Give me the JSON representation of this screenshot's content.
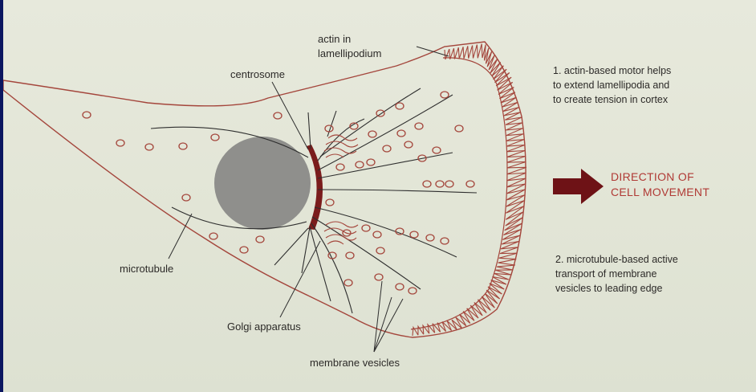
{
  "colors": {
    "background": "#0b1660",
    "panel": "#e4e6d8",
    "membrane": "#a4463c",
    "centrosome": "#7a1c1c",
    "nucleus": "#8f8f8c",
    "microtubule": "#2e2e2e",
    "arrow": "#6e1216",
    "direction_text": "#b03a35"
  },
  "labels": {
    "actin_line1": "actin in",
    "actin_line2": "lamellipodium",
    "centrosome": "centrosome",
    "microtubule": "microtubule",
    "golgi": "Golgi apparatus",
    "vesicles": "membrane vesicles"
  },
  "notes": {
    "actin_note": [
      "1.  actin-based motor helps",
      "to extend lamellipodia and",
      "to create tension in cortex"
    ],
    "microtubule_note": [
      "2.  microtubule-based active",
      "transport of membrane",
      "vesicles to leading edge"
    ]
  },
  "direction": {
    "line1": "DIRECTION OF",
    "line2": "CELL MOVEMENT",
    "arrow_icon": "right-arrow-icon"
  }
}
